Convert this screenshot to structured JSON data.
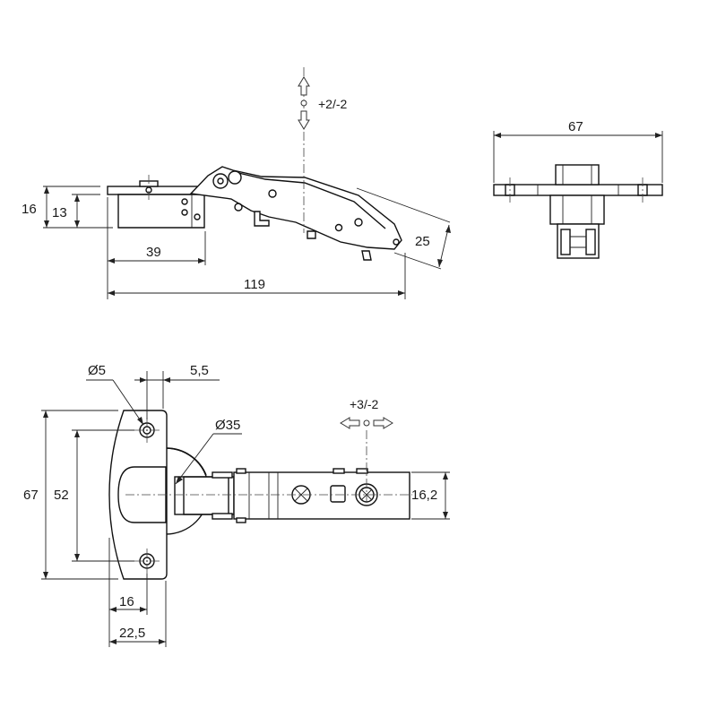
{
  "side_view": {
    "dim_16": "16",
    "dim_13": "13",
    "dim_39": "39",
    "dim_119": "119",
    "dim_25": "25",
    "adjust_vertical": "+2/-2"
  },
  "front_view": {
    "dim_67": "67"
  },
  "top_view": {
    "dim_dia5": "Ø5",
    "dim_5_5": "5,5",
    "dim_dia35": "Ø35",
    "dim_67": "67",
    "dim_52": "52",
    "dim_16": "16",
    "dim_22_5": "22,5",
    "dim_16_2": "16,2",
    "adjust_horizontal": "+3/-2"
  }
}
